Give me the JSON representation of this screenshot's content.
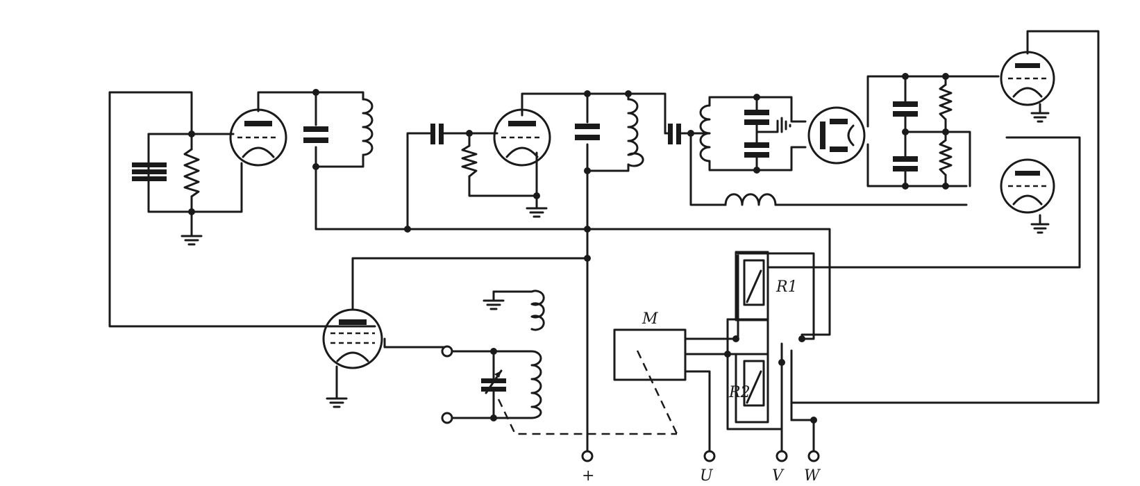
{
  "labels": {
    "motor": "M",
    "r1": "R1",
    "r2": "R2",
    "plus": "+",
    "u": "U",
    "v": "V",
    "w": "W"
  },
  "colors": {
    "ink": "#1a1a1a",
    "paper": "#ffffff"
  }
}
